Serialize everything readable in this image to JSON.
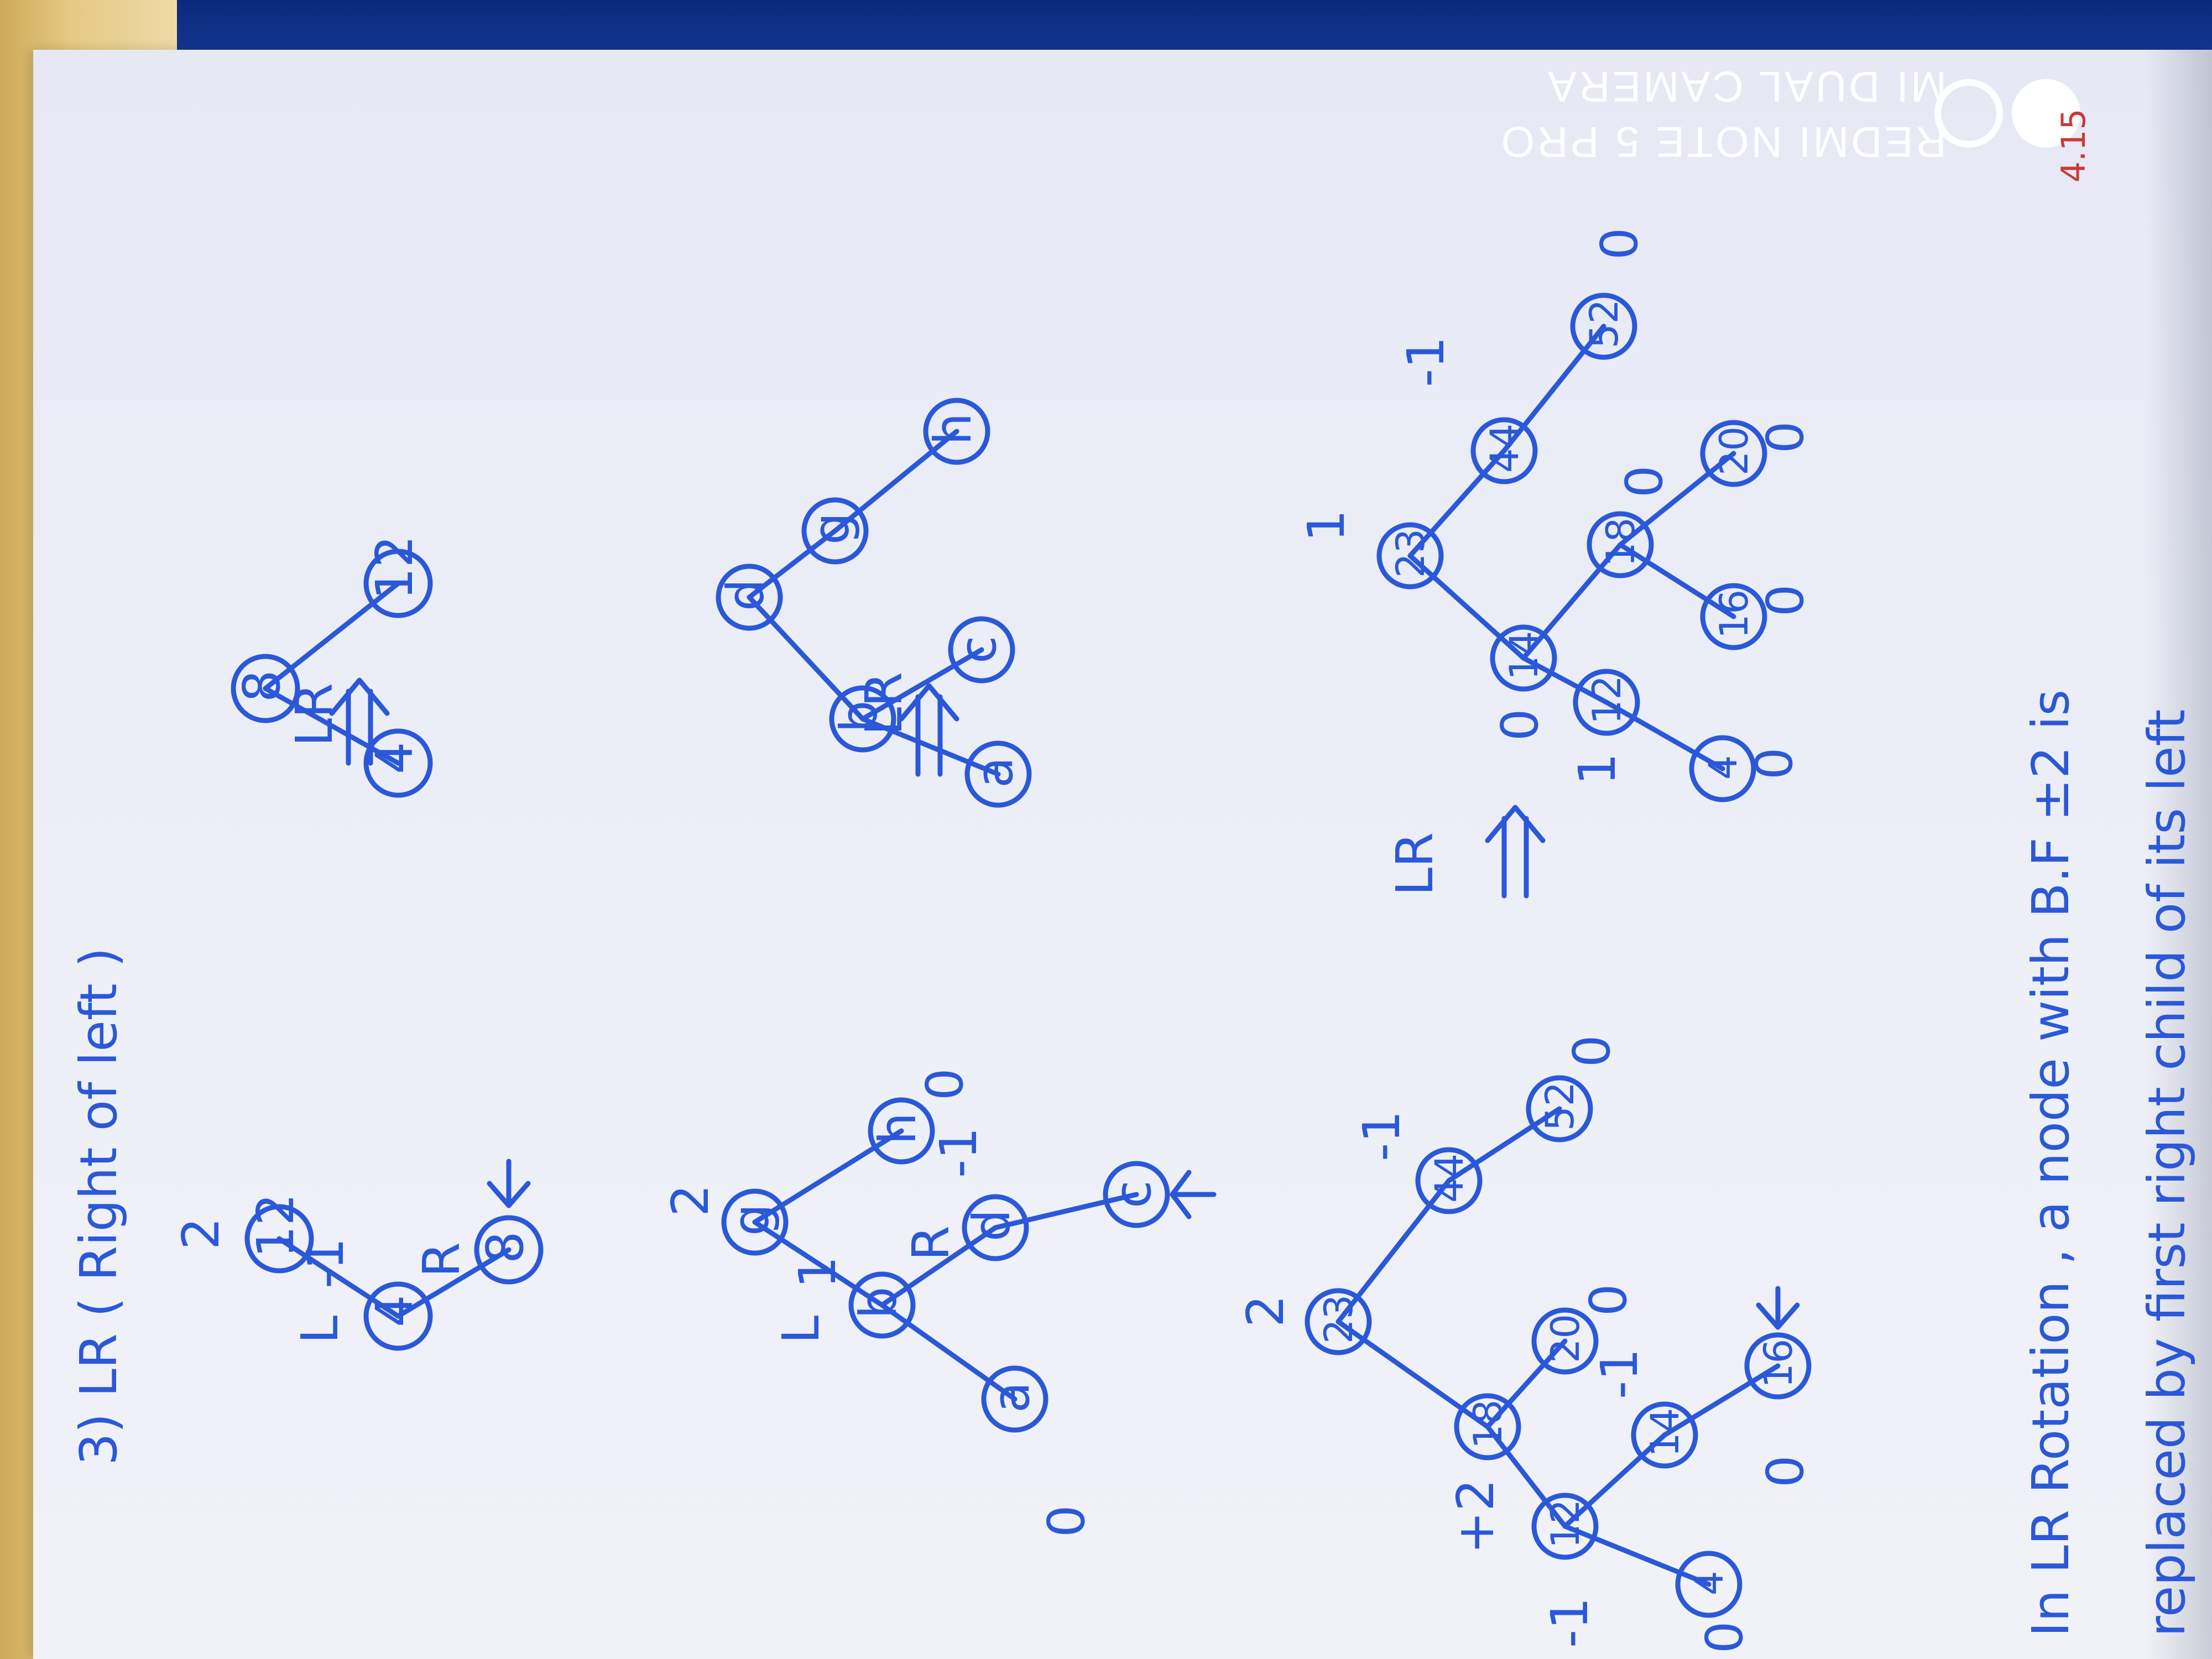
{
  "watermark": {
    "line1": "REDMI NOTE 5 PRO",
    "line2": "MI DUAL CAMERA"
  },
  "page_number": "4.15",
  "heading": "3)  LR  ( Right   of   left )",
  "diagrams": {
    "ex1_before": {
      "nodes": {
        "top": "12",
        "mid": "4",
        "bottom": "8"
      },
      "labels": {
        "bf_top": "2",
        "bf_mid": "-1",
        "edge_l": "L",
        "edge_r": "R"
      }
    },
    "ex1_arrow": "LR",
    "ex1_after": {
      "root": "8",
      "left": "4",
      "right": "12"
    },
    "ex2_before": {
      "nodes": {
        "g": "g",
        "b": "b",
        "h": "h",
        "a": "a",
        "d": "d",
        "c": "c"
      },
      "labels": {
        "bf_g": "2",
        "bf_b": "1",
        "bf_d": "-1",
        "bf_h": "0",
        "bf_a": "0",
        "edge_l": "L",
        "edge_r": "R"
      }
    },
    "ex2_arrow": "LR",
    "ex2_after": {
      "root": "d",
      "b": "b",
      "g": "g",
      "a": "a",
      "c": "c",
      "h": "h"
    },
    "ex3_before": {
      "nodes": {
        "n23": "23",
        "n18": "18",
        "n44": "44",
        "n12": "12",
        "n20": "20",
        "n52": "52",
        "n4": "4",
        "n14": "14",
        "n16": "16"
      },
      "labels": {
        "bf_23": "2",
        "bf_18": "+2",
        "bf_44": "-1",
        "bf_12": "-1",
        "bf_20": "0",
        "bf_52": "0",
        "bf_4": "0",
        "bf_14": "-1",
        "bf_16": "0"
      }
    },
    "ex3_arrow": "LR",
    "ex3_after": {
      "nodes": {
        "n23": "23",
        "n14": "14",
        "n44": "44",
        "n12": "12",
        "n18": "18",
        "n52": "52",
        "n4": "4",
        "n16": "16",
        "n20": "20"
      },
      "labels": {
        "bf_23": "1",
        "bf_14": "0",
        "bf_44": "-1",
        "bf_12": "1",
        "bf_18": "0",
        "bf_52": "0",
        "bf_4": "0",
        "bf_16": "0",
        "bf_20": "0"
      }
    }
  },
  "footer": {
    "line1": "In  LR  Rotation ,   a  node   with   B.F  ±2  is",
    "line2": "replaced  by   first   right   child   of  its   left"
  }
}
